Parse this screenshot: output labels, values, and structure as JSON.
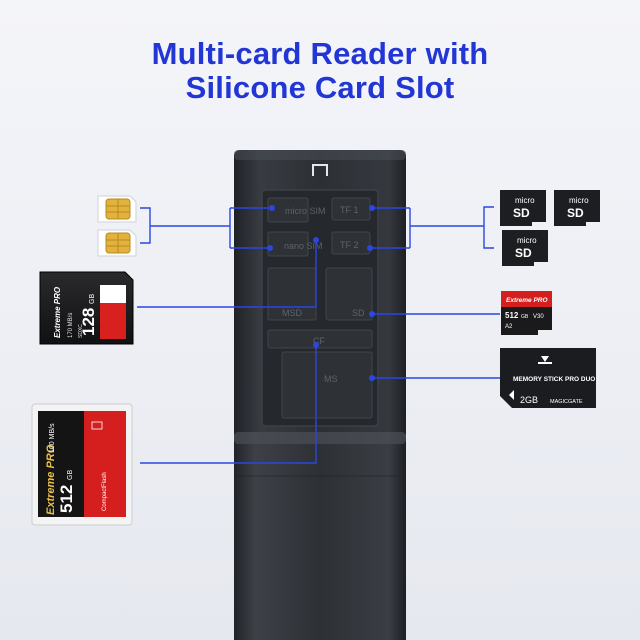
{
  "headline": {
    "line1": "Multi-card Reader with",
    "line2": "Silicone Card Slot"
  },
  "reader": {
    "slot_labels": [
      "micro SIM",
      "TF 1",
      "nano SIM",
      "TF 2",
      "MSD",
      "SD",
      "CF",
      "MS"
    ]
  },
  "cards": {
    "micro_sd": {
      "line1": "micro",
      "line2": "SD"
    },
    "sd_card": {
      "brand": "Extreme PRO",
      "capacity": "128",
      "unit": "GB",
      "speed": "170 MB/s",
      "type": "SDXC"
    },
    "micro_sd_pro": {
      "brand": "Extreme PRO",
      "capacity": "512",
      "unit": "GB",
      "class": "V30",
      "app": "A2"
    },
    "memory_stick": {
      "name": "MEMORY STICK PRO DUO",
      "capacity": "2GB",
      "brand": "MAGICGATE"
    },
    "cf_card": {
      "brand": "Extreme PRO",
      "capacity": "512",
      "unit": "GB",
      "speed": "160 MB/s",
      "type": "CompactFlash"
    }
  },
  "colors": {
    "accent": "#2236d6",
    "connector": "#2a47e0",
    "device": "#2b2e33"
  }
}
